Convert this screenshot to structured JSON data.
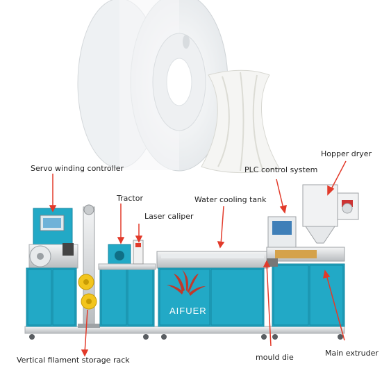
{
  "labels": {
    "servo": "Servo winding controller",
    "tractor": "Tractor",
    "laser": "Laser caliper",
    "water": "Water cooling tank",
    "plc": "PLC control system",
    "hopper": "Hopper dryer",
    "storage": "Vertical filament storage rack",
    "mould": "mould die",
    "extruder": "Main extruder"
  },
  "brand": "AIFUER",
  "colors": {
    "cabinet": "#22a9c6",
    "cabinet_dark": "#1586a0",
    "frame": "#c9ccce",
    "arrow": "#e23a2a",
    "reel": "#f2c51d"
  }
}
